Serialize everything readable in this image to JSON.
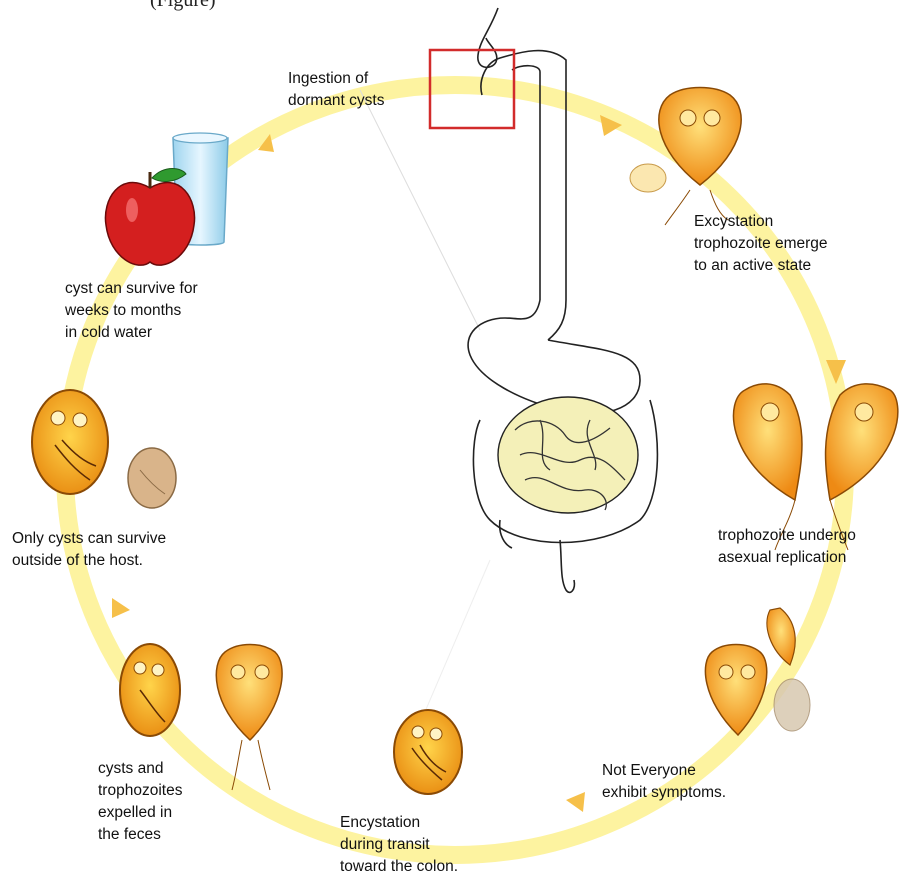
{
  "top_fragment": "(Figure)",
  "stages": [
    {
      "id": "ingestion",
      "lines": [
        "Ingestion of",
        "dormant cysts"
      ]
    },
    {
      "id": "excystation",
      "lines": [
        "Excystation",
        "trophozoite emerge",
        "to an active state"
      ]
    },
    {
      "id": "replication",
      "lines": [
        "trophozoite undergo",
        "asexual replication"
      ]
    },
    {
      "id": "symptoms",
      "lines": [
        "Not Everyone",
        "exhibit symptoms."
      ]
    },
    {
      "id": "encystation",
      "lines": [
        "Encystation",
        "during transit",
        "toward the colon."
      ]
    },
    {
      "id": "expelled",
      "lines": [
        "cysts and",
        "trophozoites",
        "expelled in",
        "the feces"
      ]
    },
    {
      "id": "outside-host",
      "lines": [
        "Only cysts can survive",
        "outside of the host."
      ]
    },
    {
      "id": "survival",
      "lines": [
        "cyst can survive for",
        "weeks to months",
        "in cold water"
      ]
    }
  ],
  "colors": {
    "cycle_ring": "#fdf3a0",
    "arrow": "#f6c04a",
    "organism": "#f29a1d",
    "organism_light": "#ffd86a",
    "intestine": "#f4f0b8",
    "highlight_box": "#d22b2b",
    "apple": "#d41f1f",
    "water": "#bfe6f7"
  }
}
